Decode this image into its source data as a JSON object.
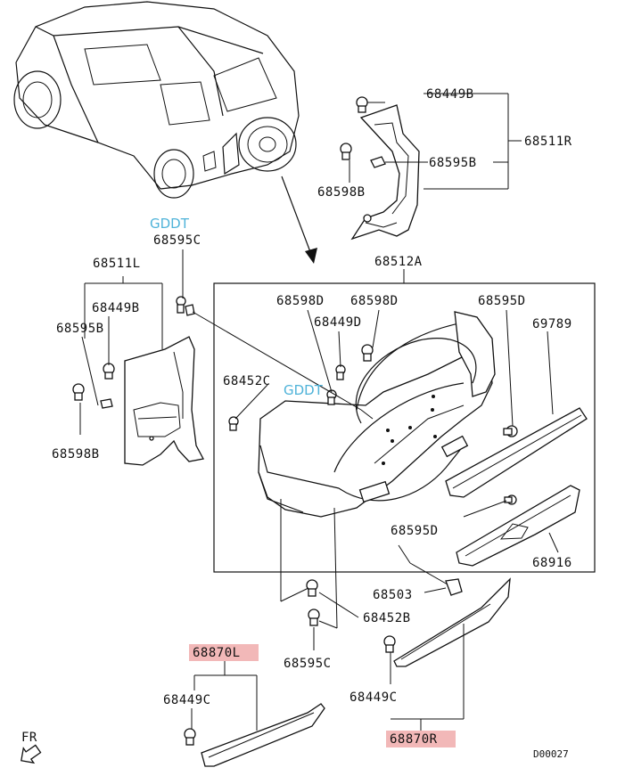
{
  "watermarks": [
    "GDDT",
    "GDDT"
  ],
  "labels": {
    "p68449B_top": "68449B",
    "p68511R": "68511R",
    "p68595B_top": "68595B",
    "p68598B_top": "68598B",
    "p68595C_top": "68595C",
    "p68511L": "68511L",
    "p68449B_left": "68449B",
    "p68595B_left": "68595B",
    "p68598B_left": "68598B",
    "p68512A": "68512A",
    "p68598D_1": "68598D",
    "p68598D_2": "68598D",
    "p68449D": "68449D",
    "p68452C": "68452C",
    "p68595D_top": "68595D",
    "p69789": "69789",
    "p68595D_mid": "68595D",
    "p68916": "68916",
    "p68503": "68503",
    "p68452B": "68452B",
    "p68595C_bot": "68595C",
    "p68870L": "68870L",
    "p68449C_left": "68449C",
    "p68449C_right": "68449C",
    "p68870R": "68870R",
    "fr": "FR",
    "code": "D00027"
  },
  "colors": {
    "highlight": "#f2b8b8",
    "watermark": "#4fb3d9",
    "ink": "#111111"
  }
}
